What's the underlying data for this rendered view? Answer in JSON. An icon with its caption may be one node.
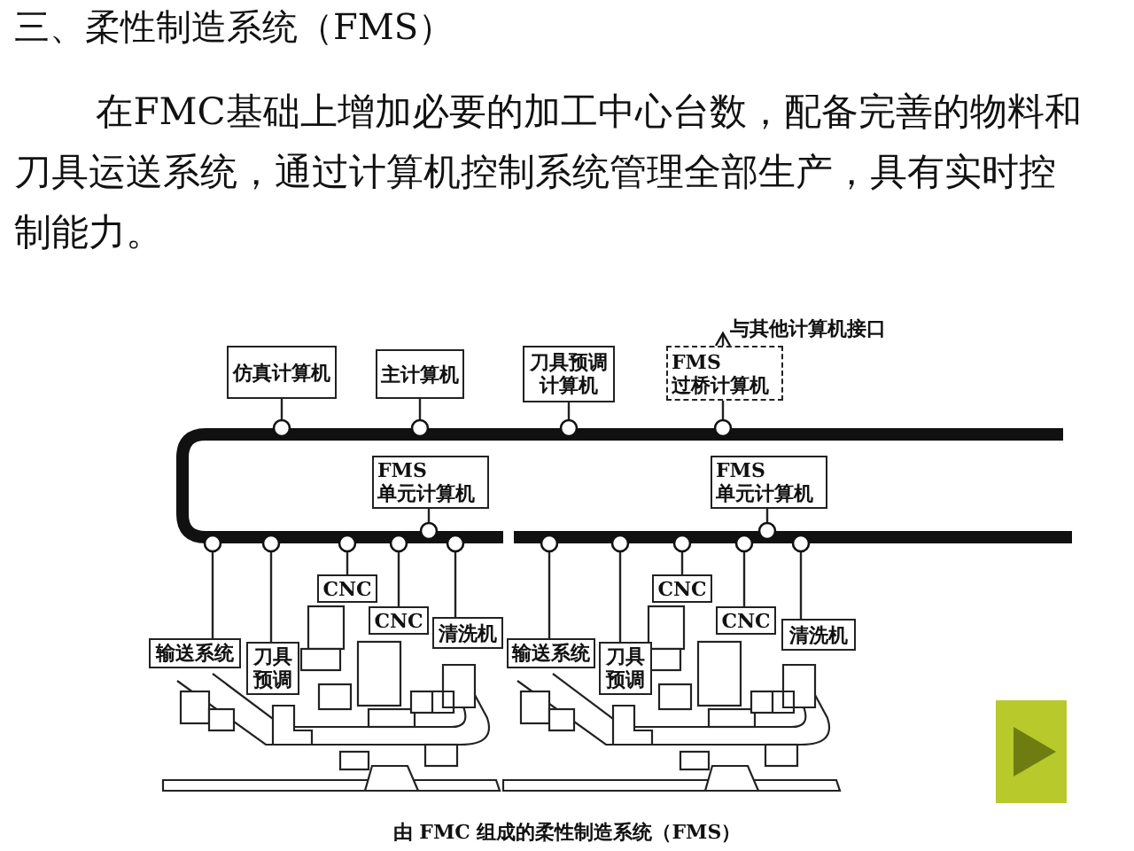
{
  "diagram": {
    "title": "三、柔性制造系统（FMS）",
    "caption": "由 FMC 组成的柔性制造系统（FMS）",
    "labels": [
      "在FMC基础上增加必要的加工中心台数，配备完善的物料和刀具运送系统，通过计算机控制系统管理全部生产，具有实时控制能力。"
    ],
    "nodes": [
      {
        "text": [
          "仿真计算机"
        ]
      },
      {
        "text": [
          "主计算机"
        ]
      },
      {
        "text": [
          "刀具预调计算机"
        ]
      },
      {
        "text": [
          "FMS 过桥计算机"
        ]
      },
      {
        "text": [
          "与其他计算机接口"
        ]
      },
      {
        "text": [],
        "shape": "bar"
      },
      {
        "text": [],
        "shape": "bar"
      },
      {
        "text": [],
        "shape": "bar"
      },
      {
        "text": [
          "FMS 单元计算机"
        ]
      },
      {
        "text": [
          "FMS 单元计算机"
        ]
      },
      {
        "text": [
          "CNC"
        ]
      },
      {
        "text": [
          "CNC"
        ]
      },
      {
        "text": [
          "清洗机"
        ]
      },
      {
        "text": [
          "输送系统"
        ]
      },
      {
        "text": [
          "刀具预调"
        ]
      },
      {
        "text": [
          "CNC"
        ]
      },
      {
        "text": [
          "CNC"
        ]
      },
      {
        "text": [
          "清洗机"
        ]
      },
      {
        "text": [
          "输送系统"
        ]
      },
      {
        "text": [
          "刀具预调"
        ]
      }
    ],
    "edges": [
      {
        "from": 0,
        "to": 5,
        "arrow": "other"
      },
      {
        "from": 1,
        "to": 5,
        "arrow": "other"
      },
      {
        "from": 2,
        "to": 5,
        "arrow": "other"
      },
      {
        "from": 3,
        "to": 5,
        "arrow": "other"
      },
      {
        "from": 3,
        "to": 4,
        "arrow": "to"
      },
      {
        "from": 5,
        "to": 6,
        "arrow": "none",
        "style": "thick"
      },
      {
        "from": 8,
        "to": 6,
        "arrow": "other"
      },
      {
        "from": 9,
        "to": 7,
        "arrow": "other"
      },
      {
        "from": 10,
        "to": 6,
        "arrow": "other"
      },
      {
        "from": 11,
        "to": 6,
        "arrow": "other"
      },
      {
        "from": 12,
        "to": 6,
        "arrow": "other"
      },
      {
        "from": 13,
        "to": 6,
        "arrow": "other"
      },
      {
        "from": 14,
        "to": 6,
        "arrow": "other"
      },
      {
        "from": 15,
        "to": 7,
        "arrow": "other"
      },
      {
        "from": 16,
        "to": 7,
        "arrow": "other"
      },
      {
        "from": 17,
        "to": 7,
        "arrow": "other"
      },
      {
        "from": 18,
        "to": 7,
        "arrow": "other"
      },
      {
        "from": 19,
        "to": 7,
        "arrow": "other"
      }
    ]
  }
}
